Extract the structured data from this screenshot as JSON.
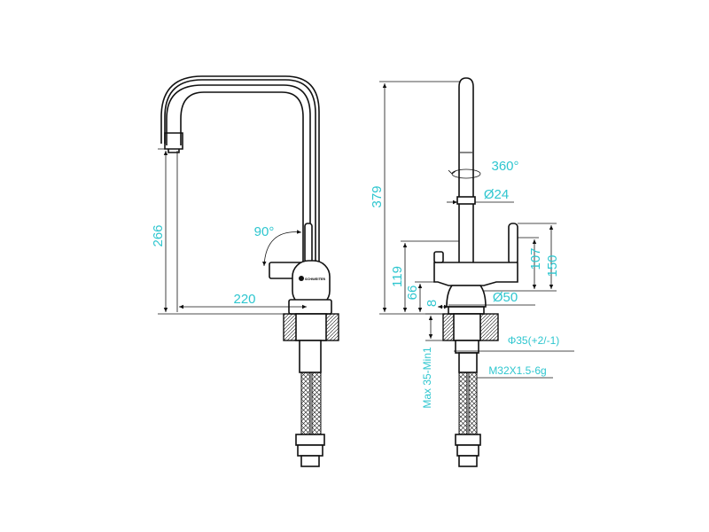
{
  "colors": {
    "line": "#111111",
    "dimension_text": "#2ec6cf",
    "background": "#ffffff"
  },
  "brand_logo": "SCHWEITER",
  "side_view": {
    "height_266": "266",
    "reach_220": "220",
    "lever_rotation_90": "90°"
  },
  "front_view": {
    "total_height_379": "379",
    "swivel_360": "360°",
    "spout_dia_24": "Ø24",
    "lever_height_150": "150",
    "lever_height_107": "107",
    "body_height_119": "119",
    "body_height_66": "66",
    "base_dia_50": "Ø50",
    "offset_8": "8",
    "hole_dia": "Φ35(+2/-1)",
    "thread": "M32X1.5-6g",
    "counter_thickness": "Max 35-Min1"
  }
}
